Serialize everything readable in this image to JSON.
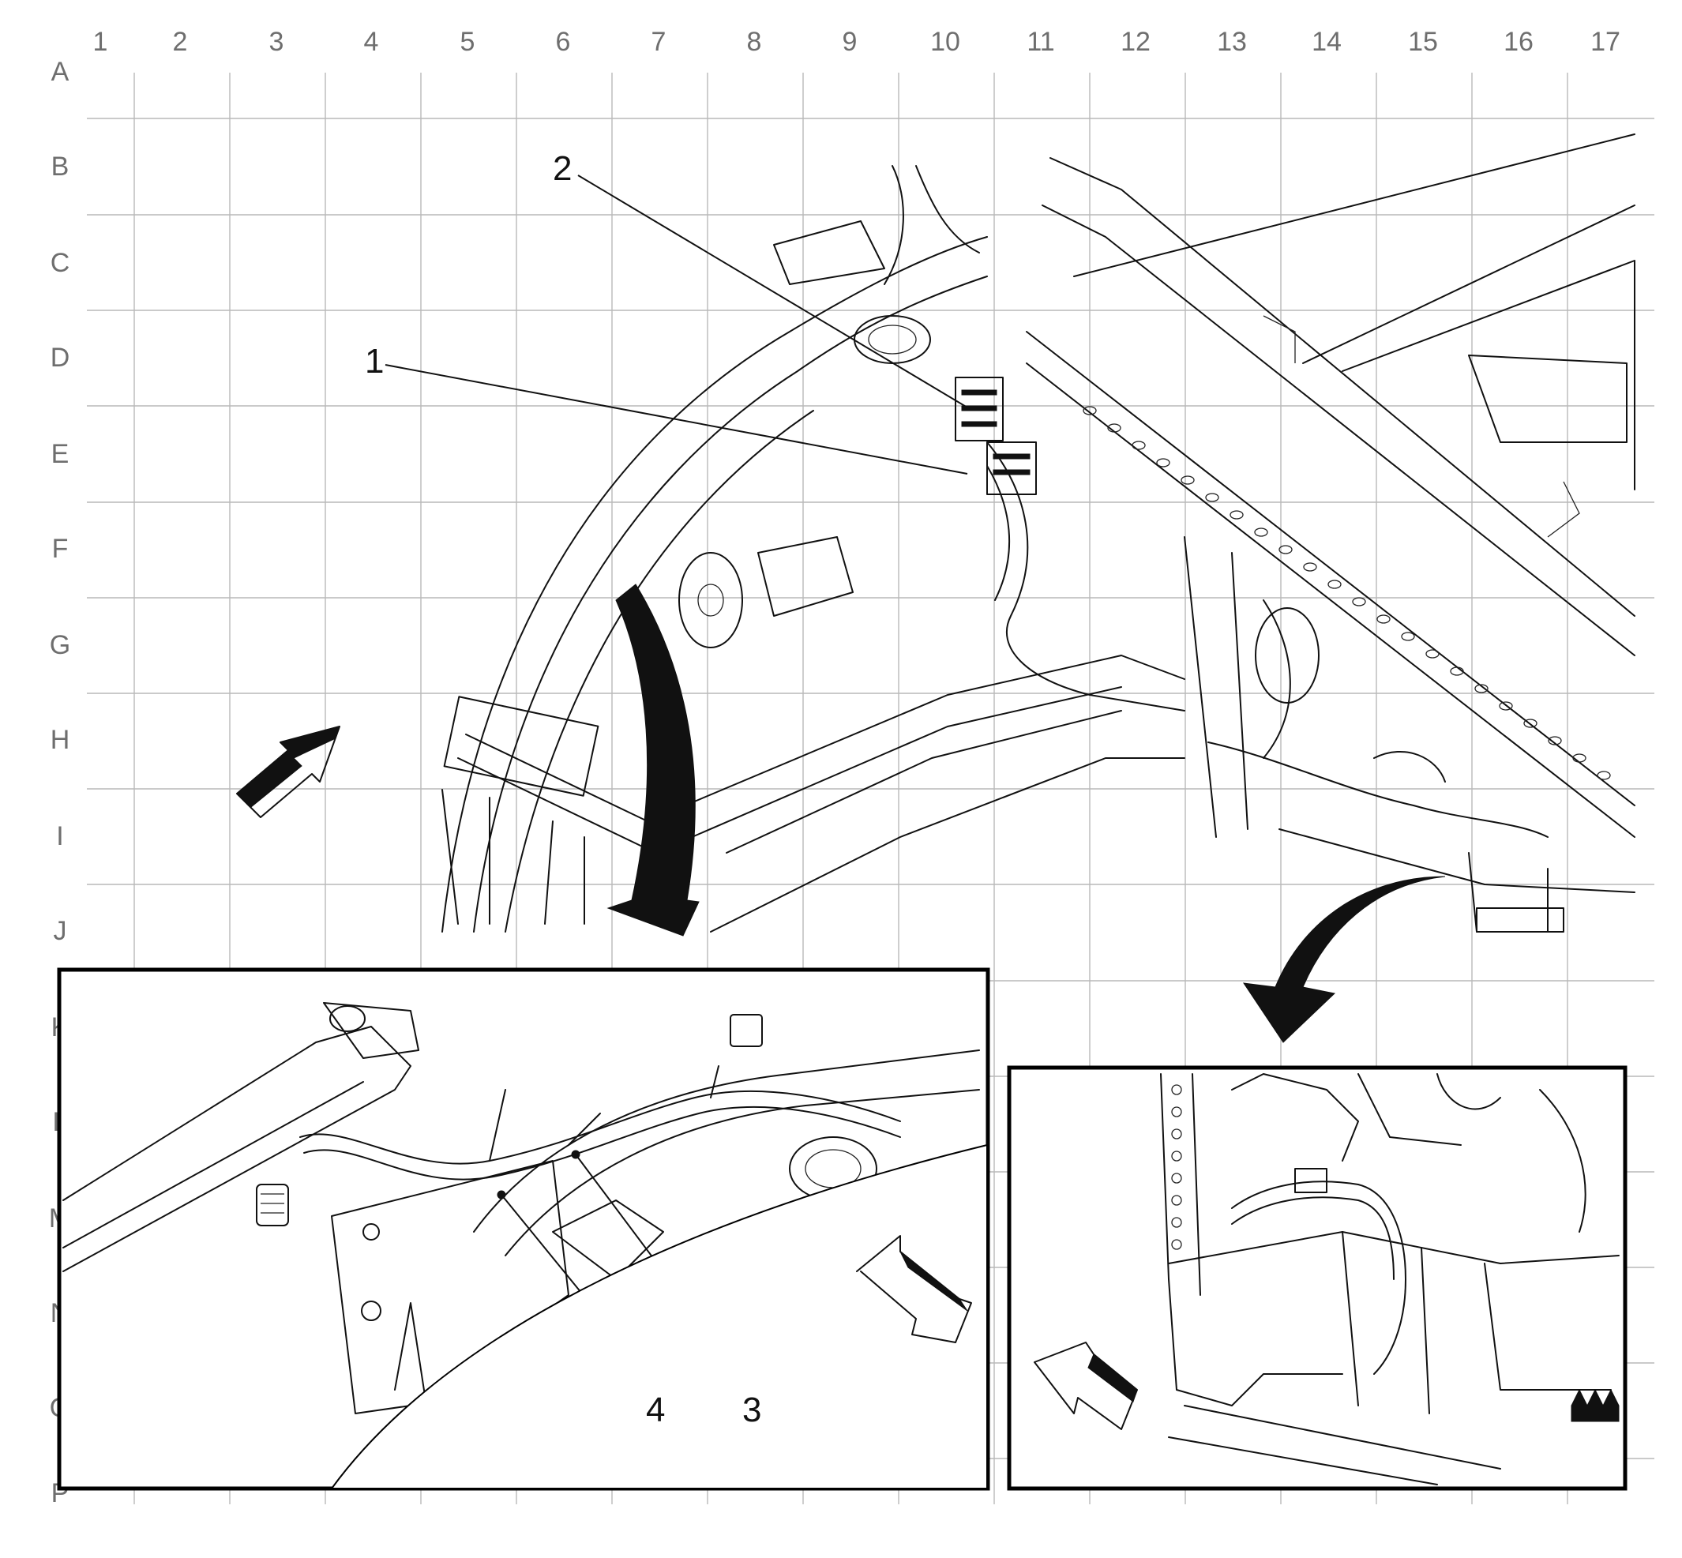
{
  "grid": {
    "columns": [
      "1",
      "2",
      "3",
      "4",
      "5",
      "6",
      "7",
      "8",
      "9",
      "10",
      "11",
      "12",
      "13",
      "14",
      "15",
      "16",
      "17"
    ],
    "rows": [
      "A",
      "B",
      "C",
      "D",
      "E",
      "F",
      "G",
      "H",
      "I",
      "J",
      "K",
      "L",
      "M",
      "N",
      "O",
      "P"
    ]
  },
  "callouts": {
    "c1": "1",
    "c2": "2",
    "c3": "3",
    "c4": "4"
  },
  "icons": {
    "main_direction": "front-direction-arrow-icon",
    "inset_left_direction": "front-direction-arrow-icon",
    "inset_right_direction": "front-direction-arrow-icon",
    "view_arrows": "curved-view-arrow-icon"
  },
  "colors": {
    "line": "#111111",
    "grid": "#b9b9b9",
    "label": "#6e6e6e",
    "background": "#ffffff"
  }
}
